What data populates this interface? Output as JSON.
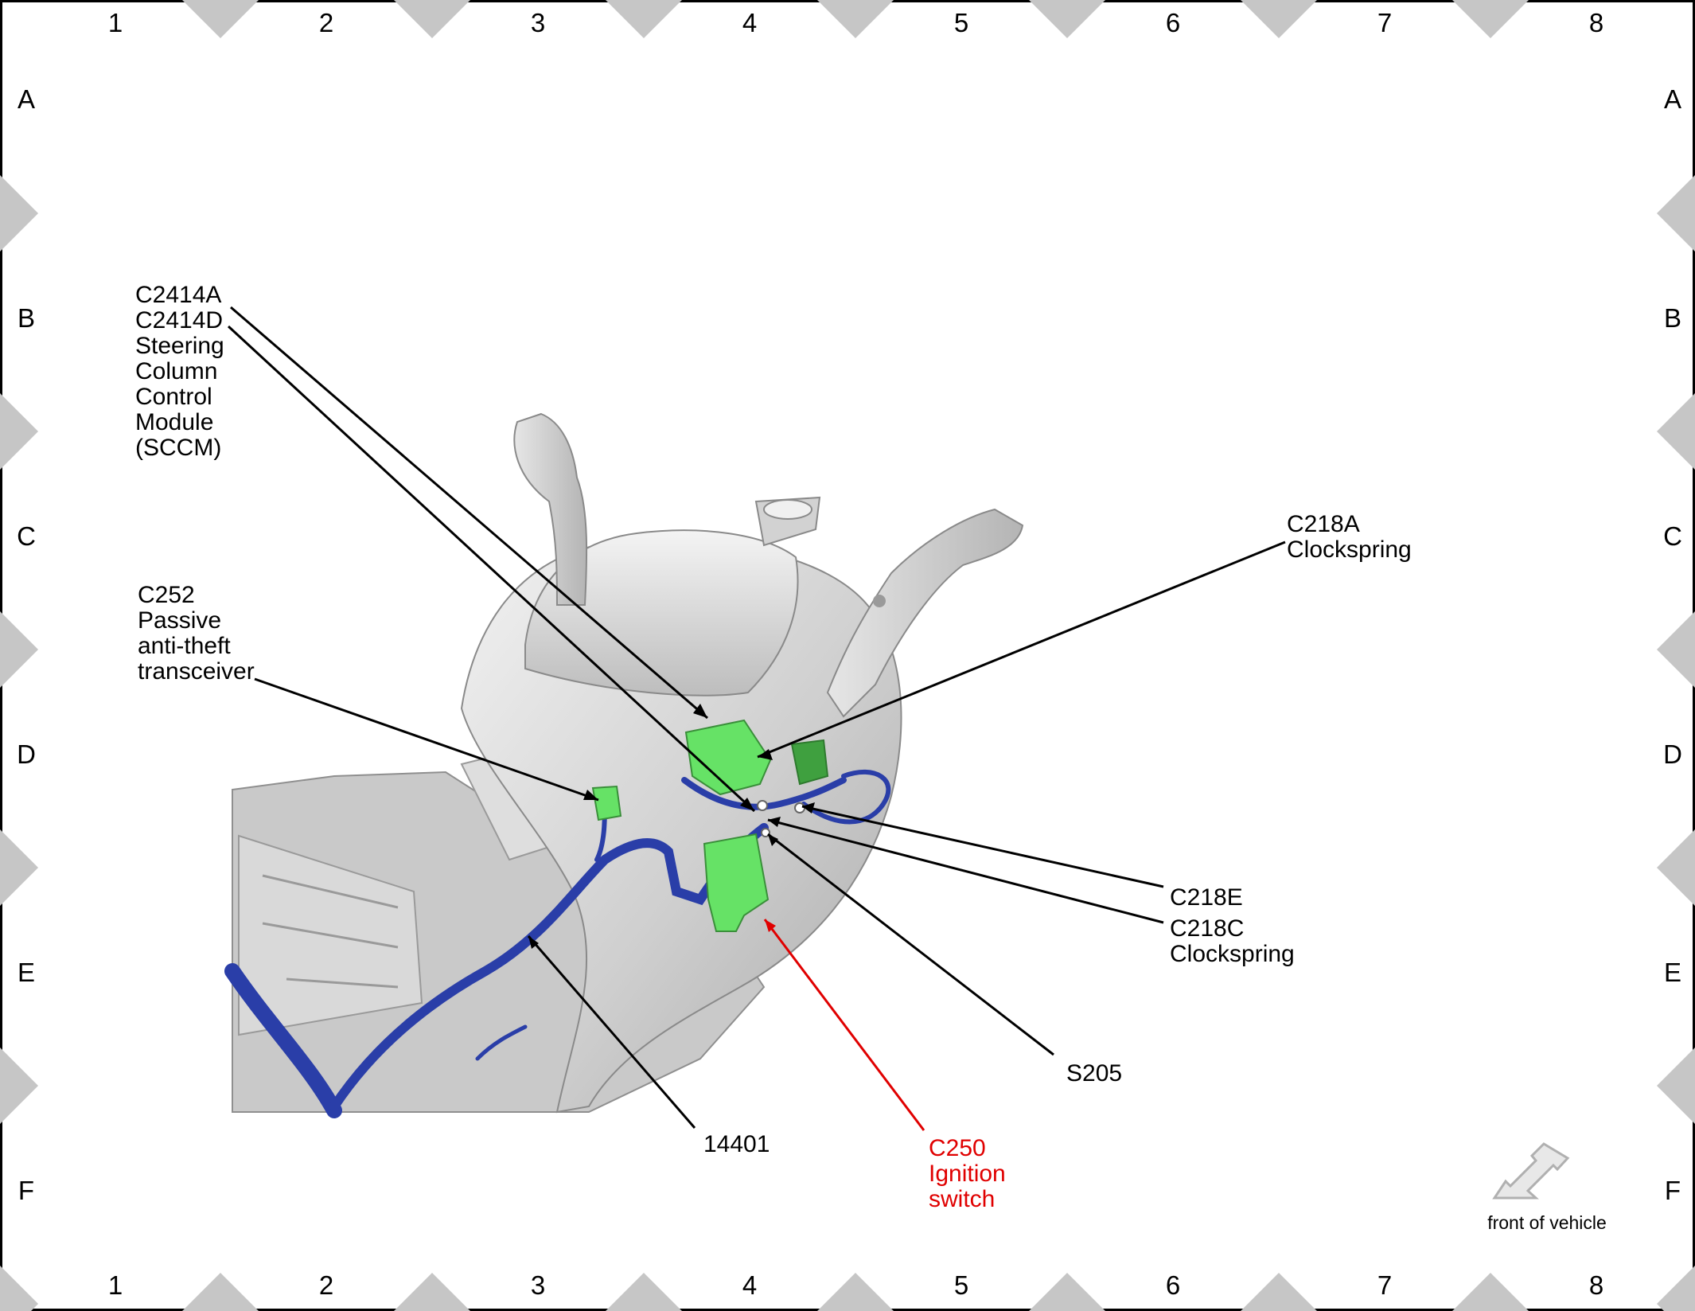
{
  "grid": {
    "columns": [
      "1",
      "2",
      "3",
      "4",
      "5",
      "6",
      "7",
      "8"
    ],
    "rows": [
      "A",
      "B",
      "C",
      "D",
      "E",
      "F"
    ]
  },
  "callouts": {
    "sccm": [
      "C2414A",
      "C2414D",
      "Steering",
      "Column",
      "Control",
      "Module",
      "(SCCM)"
    ],
    "c252": [
      "C252",
      "Passive",
      "anti-theft",
      "transceiver"
    ],
    "c218a": [
      "C218A",
      "Clockspring"
    ],
    "c218e": [
      "C218E"
    ],
    "c218c": [
      "C218C",
      "Clockspring"
    ],
    "s205": [
      "S205"
    ],
    "h14401": [
      "14401"
    ],
    "c250": [
      "C250",
      "Ignition",
      "switch"
    ]
  },
  "orientation": {
    "label": "front of vehicle",
    "icon": "arrow-down-left-icon"
  },
  "colors": {
    "connector": "#66e266",
    "connector_dark": "#3fa03f",
    "harness": "#2a3ea8",
    "highlight_leader": "#e00000",
    "housing": "#d6d6d6"
  }
}
